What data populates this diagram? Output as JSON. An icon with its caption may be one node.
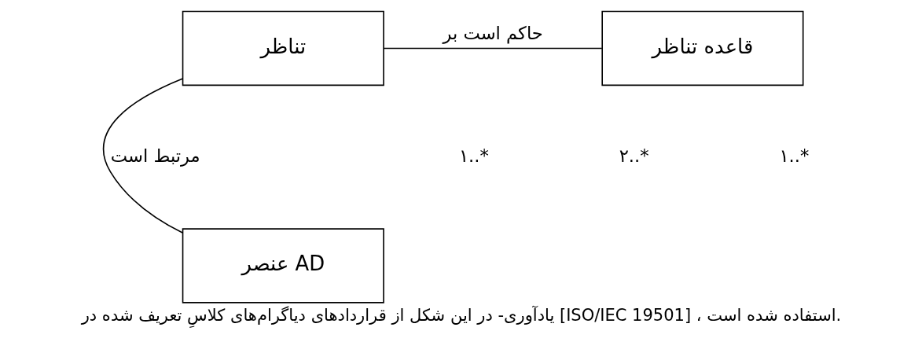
{
  "diagram": {
    "caption": "یادآوری- در این شکل از قراردادهای دیاگرام‌های کلاسِ تعریف شده در [ISO/IEC 19501] ، استفاده شده است.",
    "nodes": [
      {
        "text": [
          "تناظر"
        ]
      },
      {
        "text": [
          "قاعده تناظر"
        ]
      },
      {
        "text": [
          "عنصر AD"
        ]
      }
    ],
    "edges": [
      {
        "from": 1,
        "to": 0,
        "arrow": "none",
        "label": "حاکم است بر"
      },
      {
        "from": 0,
        "to": 2,
        "arrow": "none",
        "label": "مرتبط است"
      }
    ],
    "labels": [
      "۱..*",
      "۱..*",
      "۲..*"
    ]
  }
}
